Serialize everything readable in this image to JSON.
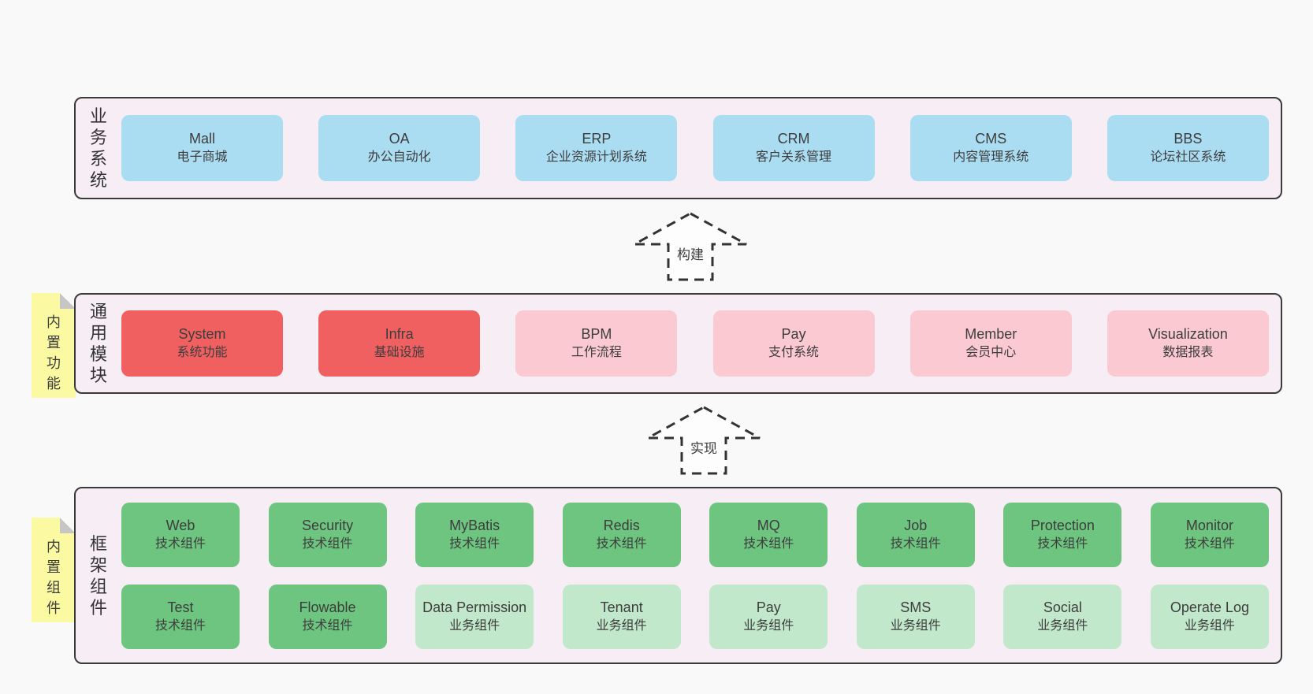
{
  "colors": {
    "page": "#f9f9f9",
    "band": "#f7edf5",
    "border": "#3a3a3a",
    "blue": "#aadcf2",
    "red": "#f16061",
    "pink": "#fac9d1",
    "green": "#6dc57f",
    "lightgreen": "#c2e8cb",
    "sticky": "#fbf9a1"
  },
  "bands": [
    {
      "label": "业务系统",
      "boxes": [
        {
          "en": "Mall",
          "zh": "电子商城",
          "type": "blue"
        },
        {
          "en": "OA",
          "zh": "办公自动化",
          "type": "blue"
        },
        {
          "en": "ERP",
          "zh": "企业资源计划系统",
          "type": "blue"
        },
        {
          "en": "CRM",
          "zh": "客户关系管理",
          "type": "blue"
        },
        {
          "en": "CMS",
          "zh": "内容管理系统",
          "type": "blue"
        },
        {
          "en": "BBS",
          "zh": "论坛社区系统",
          "type": "blue"
        }
      ]
    },
    {
      "label": "通用模块",
      "sticky": "内置功能",
      "boxes": [
        {
          "en": "System",
          "zh": "系统功能",
          "type": "red"
        },
        {
          "en": "Infra",
          "zh": "基础设施",
          "type": "red"
        },
        {
          "en": "BPM",
          "zh": "工作流程",
          "type": "pink"
        },
        {
          "en": "Pay",
          "zh": "支付系统",
          "type": "pink"
        },
        {
          "en": "Member",
          "zh": "会员中心",
          "type": "pink"
        },
        {
          "en": "Visualization",
          "zh": "数据报表",
          "type": "pink"
        }
      ]
    },
    {
      "label": "框架组件",
      "sticky": "内置组件",
      "rows": [
        [
          {
            "en": "Web",
            "zh": "技术组件",
            "type": "green"
          },
          {
            "en": "Security",
            "zh": "技术组件",
            "type": "green"
          },
          {
            "en": "MyBatis",
            "zh": "技术组件",
            "type": "green"
          },
          {
            "en": "Redis",
            "zh": "技术组件",
            "type": "green"
          },
          {
            "en": "MQ",
            "zh": "技术组件",
            "type": "green"
          },
          {
            "en": "Job",
            "zh": "技术组件",
            "type": "green"
          },
          {
            "en": "Protection",
            "zh": "技术组件",
            "type": "green"
          },
          {
            "en": "Monitor",
            "zh": "技术组件",
            "type": "green"
          }
        ],
        [
          {
            "en": "Test",
            "zh": "技术组件",
            "type": "green"
          },
          {
            "en": "Flowable",
            "zh": "技术组件",
            "type": "green"
          },
          {
            "en": "Data Permission",
            "zh": "业务组件",
            "type": "lightgreen"
          },
          {
            "en": "Tenant",
            "zh": "业务组件",
            "type": "lightgreen"
          },
          {
            "en": "Pay",
            "zh": "业务组件",
            "type": "lightgreen"
          },
          {
            "en": "SMS",
            "zh": "业务组件",
            "type": "lightgreen"
          },
          {
            "en": "Social",
            "zh": "业务组件",
            "type": "lightgreen"
          },
          {
            "en": "Operate Log",
            "zh": "业务组件",
            "type": "lightgreen"
          }
        ]
      ]
    }
  ],
  "arrows": [
    {
      "label": "构建"
    },
    {
      "label": "实现"
    }
  ]
}
